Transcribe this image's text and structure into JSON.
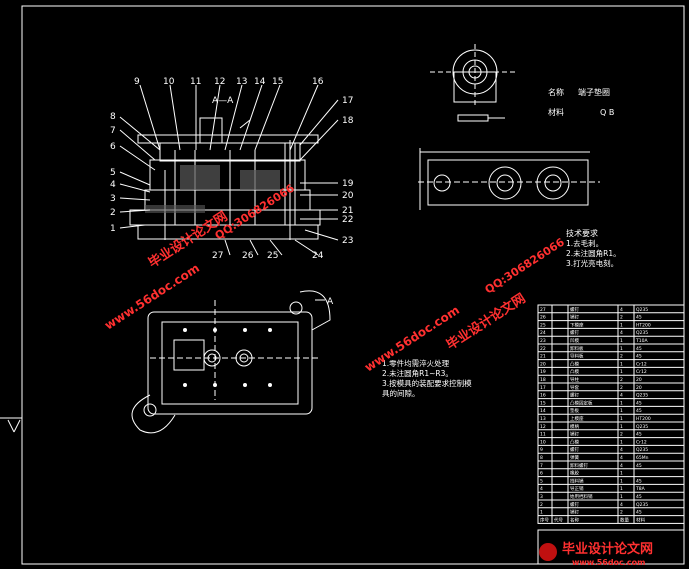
{
  "section_label": "A—A",
  "view_arrow_label": "A",
  "part_numbers_top": [
    "9",
    "10",
    "11",
    "12",
    "13",
    "14",
    "15",
    "16"
  ],
  "part_numbers_left": [
    "8",
    "7",
    "6",
    "5",
    "4",
    "3",
    "2",
    "1"
  ],
  "part_numbers_right": [
    "17",
    "18",
    "19",
    "20",
    "21",
    "22",
    "23"
  ],
  "part_numbers_bottom": [
    "27",
    "26",
    "25",
    "24"
  ],
  "part_info": {
    "name_label": "名称",
    "name_value": "端子垫圈",
    "material_label": "材料",
    "material_value": "Q B"
  },
  "tech_req_right": {
    "title": "技术要求",
    "items": [
      "1.去毛刺。",
      "2.未注圆角R1。",
      "3.打光亮电刻。"
    ]
  },
  "tech_req_lower": {
    "items": [
      "1.零件均需淬火处理",
      "2.未注圆角R1~R3。",
      "3.按模具的装配要求控制模",
      "具的间隙。"
    ]
  },
  "watermarks": {
    "site": "www.56doc.com",
    "qq": "QQ:306826066",
    "brand": "毕业设计论文网"
  },
  "bom_rows": [
    [
      "27",
      "",
      "螺钉",
      "4",
      "Q235"
    ],
    [
      "26",
      "",
      "销钉",
      "2",
      "45"
    ],
    [
      "25",
      "",
      "下模座",
      "1",
      "HT200"
    ],
    [
      "24",
      "",
      "螺钉",
      "4",
      "Q235"
    ],
    [
      "23",
      "",
      "凹模",
      "1",
      "T10A"
    ],
    [
      "22",
      "",
      "卸料板",
      "1",
      "45"
    ],
    [
      "21",
      "",
      "导料板",
      "2",
      "45"
    ],
    [
      "20",
      "",
      "凸模",
      "1",
      "Cr12"
    ],
    [
      "19",
      "",
      "凸模",
      "1",
      "Cr12"
    ],
    [
      "18",
      "",
      "导柱",
      "2",
      "20"
    ],
    [
      "17",
      "",
      "导套",
      "2",
      "20"
    ],
    [
      "16",
      "",
      "螺钉",
      "4",
      "Q235"
    ],
    [
      "15",
      "",
      "凸模固定板",
      "1",
      "45"
    ],
    [
      "14",
      "",
      "垫板",
      "1",
      "45"
    ],
    [
      "13",
      "",
      "上模座",
      "1",
      "HT200"
    ],
    [
      "12",
      "",
      "模柄",
      "1",
      "Q235"
    ],
    [
      "11",
      "",
      "销钉",
      "2",
      "45"
    ],
    [
      "10",
      "",
      "凸模",
      "1",
      "Cr12"
    ],
    [
      "9",
      "",
      "螺钉",
      "4",
      "Q235"
    ],
    [
      "8",
      "",
      "弹簧",
      "4",
      "65Mn"
    ],
    [
      "7",
      "",
      "卸料螺钉",
      "4",
      "45"
    ],
    [
      "6",
      "",
      "橡胶",
      "1",
      ""
    ],
    [
      "5",
      "",
      "挡料销",
      "1",
      "45"
    ],
    [
      "4",
      "",
      "导正销",
      "1",
      "T8A"
    ],
    [
      "3",
      "",
      "始用挡料销",
      "1",
      "45"
    ],
    [
      "2",
      "",
      "螺钉",
      "4",
      "Q235"
    ],
    [
      "1",
      "",
      "销钉",
      "2",
      "45"
    ]
  ],
  "bom_header": [
    "序号",
    "代号",
    "名称",
    "数量",
    "材料"
  ]
}
